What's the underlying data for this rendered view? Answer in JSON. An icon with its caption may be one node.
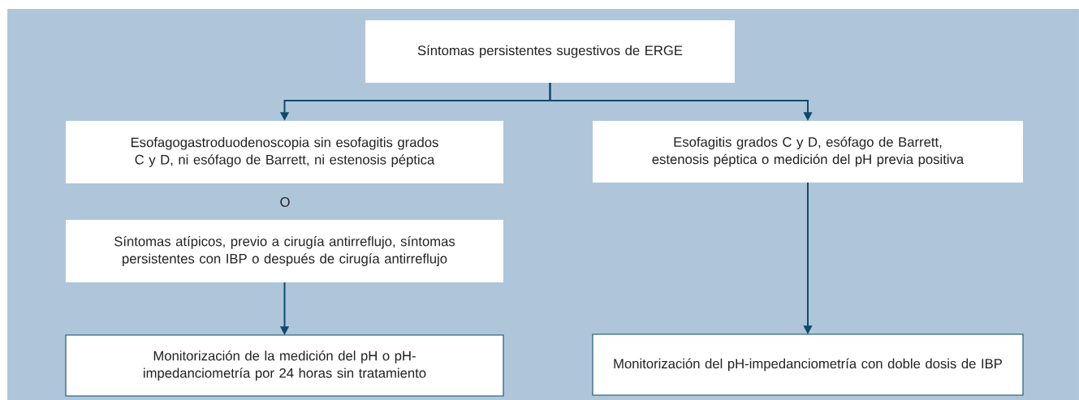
{
  "diagram": {
    "nodes": [
      {
        "text": [
          "Síntomas persistentes sugestivos de ERGE"
        ]
      },
      {
        "text": [
          "Esofagogastroduodenoscopia sin esofagitis grados C y D, ni esófago de Barrett, ni estenosis péptica"
        ]
      },
      {
        "text": [
          "Esofagitis grados C y D, esófago de Barrett, estenosis péptica o medición del pH previa positiva"
        ]
      },
      {
        "text": [
          "Síntomas atípicos, previo a cirugía antirreflujo, síntomas persistentes con IBP o después de cirugía antirreflujo"
        ]
      },
      {
        "text": [
          "Monitorización de la medición del pH o pH-impedanciometría por 24 horas sin tratamiento"
        ]
      },
      {
        "text": [
          "Monitorización del pH-impedanciometría con doble dosis de IBP"
        ]
      }
    ],
    "edges": [
      {
        "from": 0,
        "to": 1,
        "arrow": "to"
      },
      {
        "from": 0,
        "to": 2,
        "arrow": "to"
      },
      {
        "from": 3,
        "to": 4,
        "arrow": "to"
      },
      {
        "from": 2,
        "to": 5,
        "arrow": "to"
      }
    ],
    "labels": [
      "O"
    ]
  }
}
